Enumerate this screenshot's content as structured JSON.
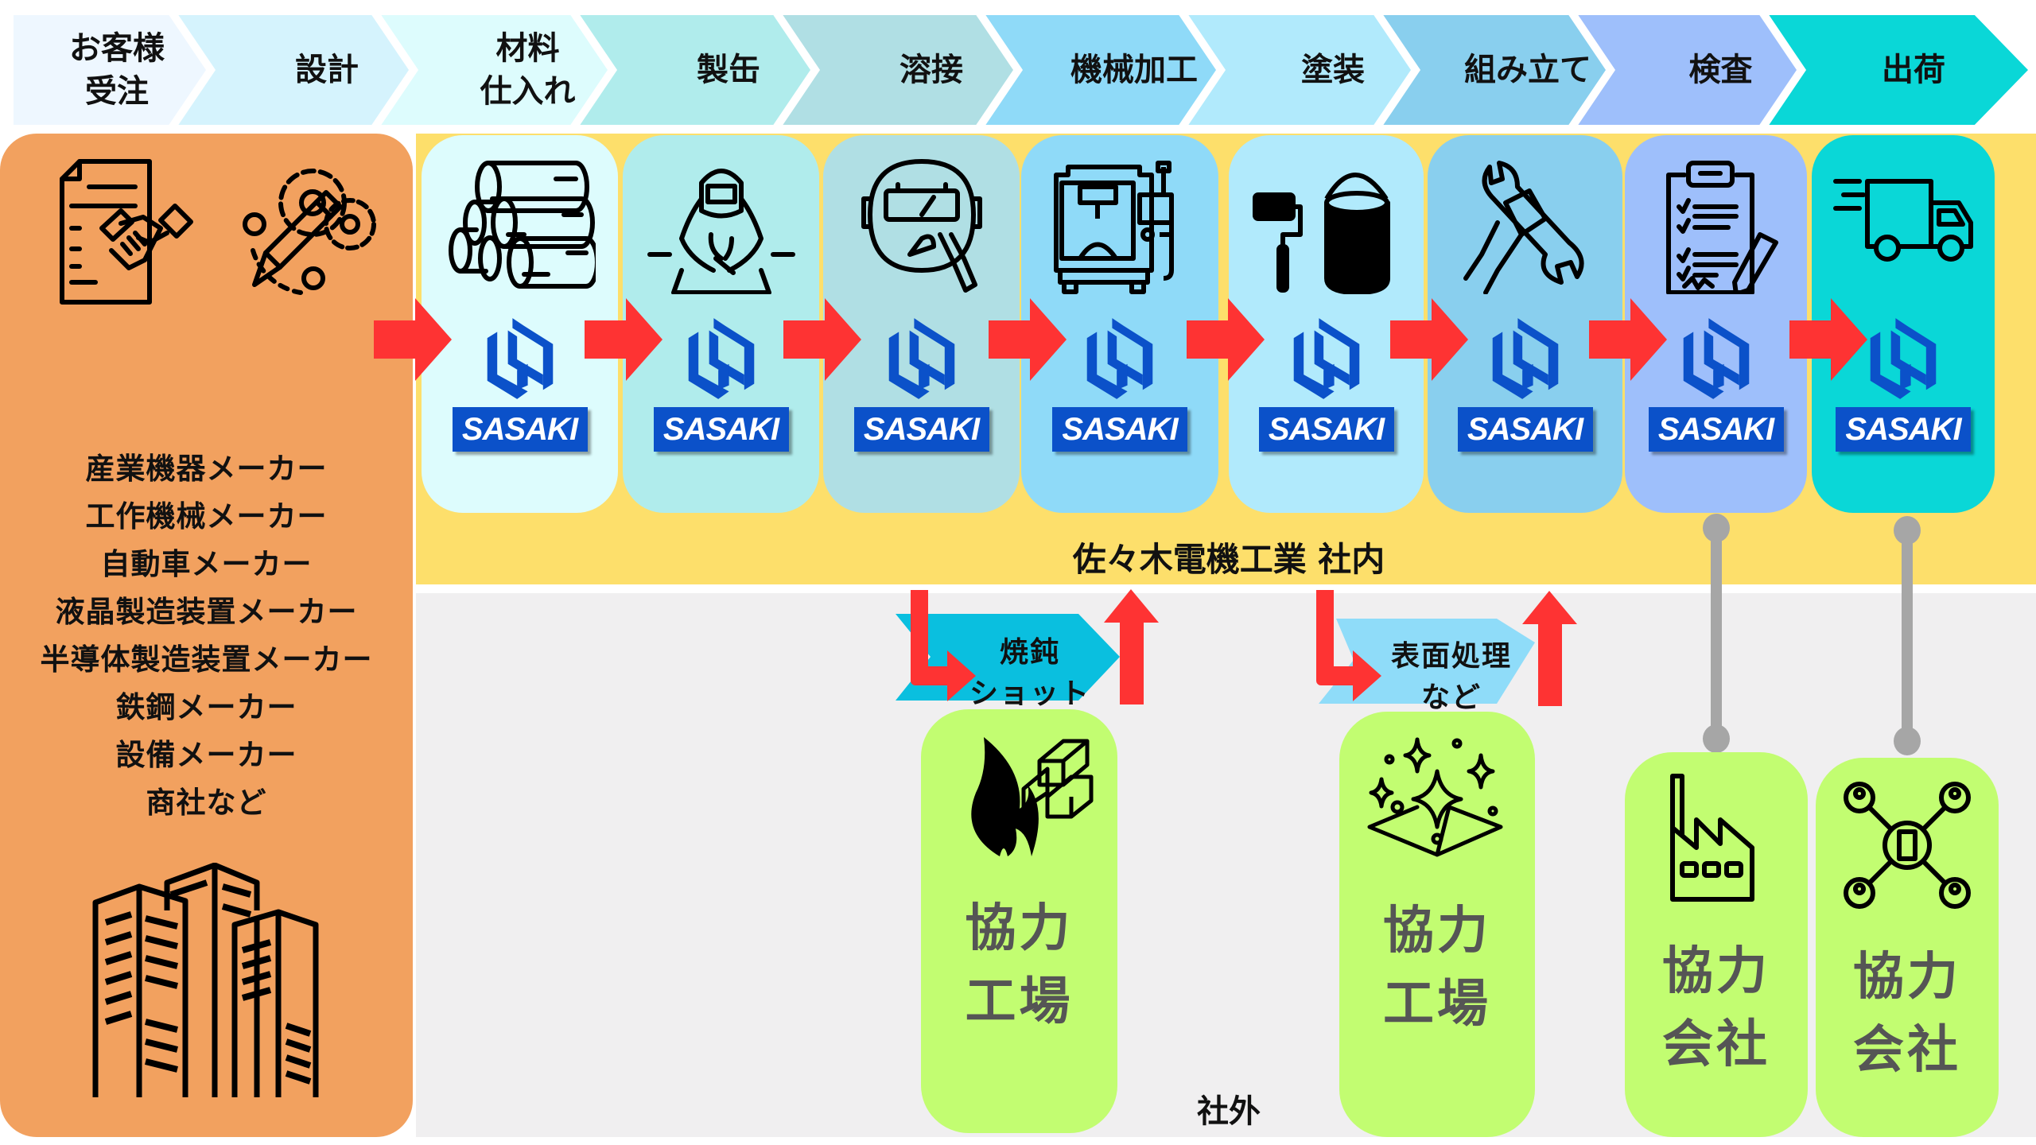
{
  "header": {
    "steps": [
      {
        "label": "お客様\n受注",
        "color": "#eef7ff"
      },
      {
        "label": "設計",
        "color": "#d5f3fd"
      },
      {
        "label": "材料\n仕入れ",
        "color": "#ddfcfd"
      },
      {
        "label": "製缶",
        "color": "#b0ecec"
      },
      {
        "label": "溶接",
        "color": "#b0dfe4"
      },
      {
        "label": "機械加工",
        "color": "#8fdaf8"
      },
      {
        "label": "塗装",
        "color": "#b1eafc"
      },
      {
        "label": "組み立て",
        "color": "#89cfee"
      },
      {
        "label": "検査",
        "color": "#9ebffb"
      },
      {
        "label": "出荷",
        "color": "#0ad7d7"
      }
    ]
  },
  "customer_panel": {
    "icons": [
      "contract-handshake-icon",
      "design-pencil-gears-icon",
      "buildings-icon"
    ],
    "customers": [
      "産業機器メーカー",
      "工作機械メーカー",
      "自動車メーカー",
      "液晶製造装置メーカー",
      "半導体製造装置メーカー",
      "鉄鋼メーカー",
      "設備メーカー",
      "商社など"
    ],
    "color": "#f2a15f"
  },
  "inhouse": {
    "label": "佐々木電機工業 社内",
    "color": "#fddf6b",
    "brand": "SASAKI",
    "brand_color": "#0b51c9",
    "cards": [
      {
        "step": "材料仕入れ",
        "icon": "steel-bars-icon",
        "color": "#ddfcfd"
      },
      {
        "step": "製缶",
        "icon": "welder-worker-icon",
        "color": "#b0ecec"
      },
      {
        "step": "溶接",
        "icon": "welding-mask-icon",
        "color": "#b0dfe4"
      },
      {
        "step": "機械加工",
        "icon": "cnc-machine-icon",
        "color": "#8fdaf8"
      },
      {
        "step": "塗装",
        "icon": "paint-roller-bucket-icon",
        "color": "#b1eafc"
      },
      {
        "step": "組み立て",
        "icon": "wrench-hand-icon",
        "color": "#89cfee"
      },
      {
        "step": "検査",
        "icon": "inspection-clipboard-icon",
        "color": "#9ebffb"
      },
      {
        "step": "出荷",
        "icon": "delivery-truck-icon",
        "color": "#0ad7d7"
      }
    ],
    "flow_arrow_color": "#fe3333"
  },
  "outside": {
    "label": "社外",
    "color": "#f0eff0",
    "processes": [
      {
        "label": "焼鈍\nショット",
        "color": "#0abfdf"
      },
      {
        "label": "表面処理\nなど",
        "color": "#8fdcf9"
      }
    ],
    "partners": [
      {
        "label": "協力\n工場",
        "icon": "fire-steel-icon"
      },
      {
        "label": "協力\n工場",
        "icon": "sparkle-surface-icon"
      },
      {
        "label": "協力\n会社",
        "icon": "factory-icon"
      },
      {
        "label": "協力\n会社",
        "icon": "network-people-icon"
      }
    ],
    "partner_color": "#c2fd71",
    "connector_color": "#a6a6a6"
  }
}
